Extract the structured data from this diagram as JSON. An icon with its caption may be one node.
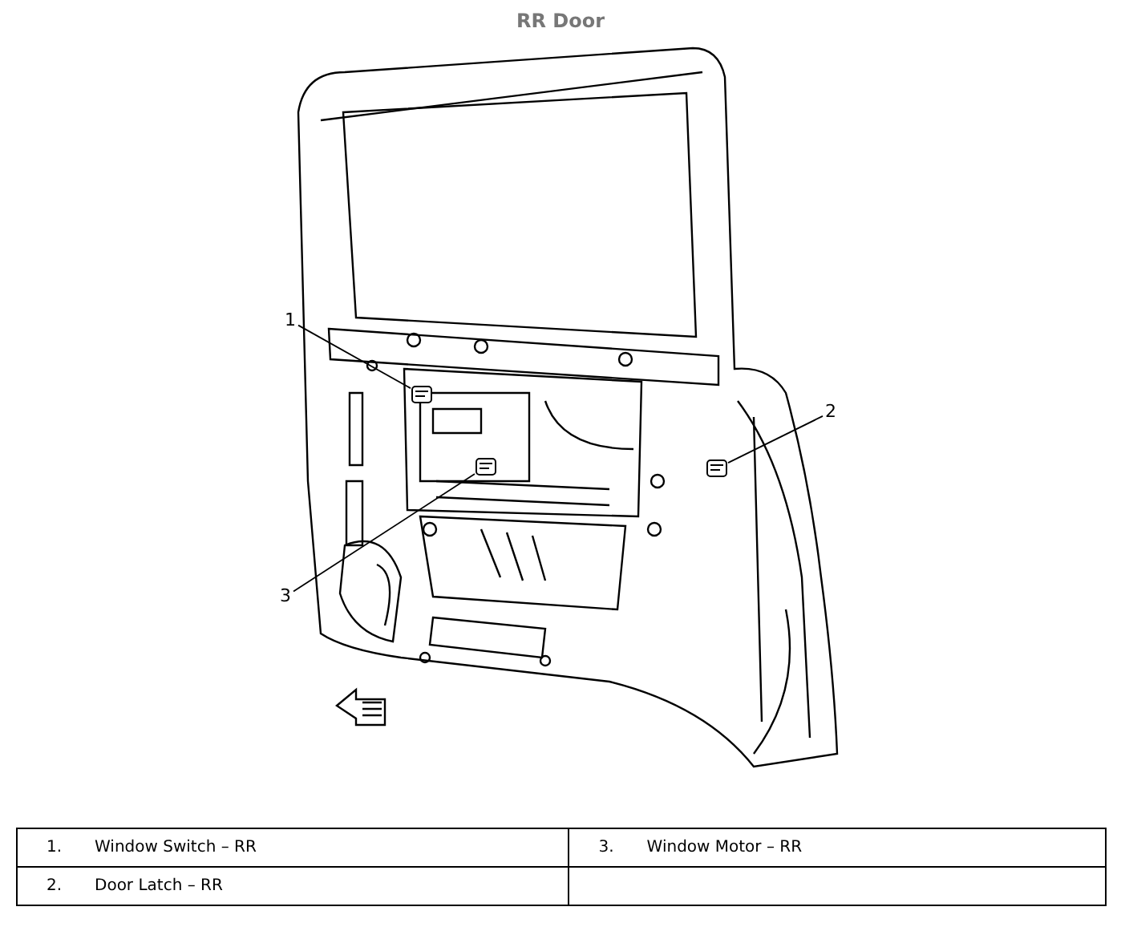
{
  "diagram": {
    "title": "RR Door",
    "nodes": [
      {
        "text": [
          "1"
        ]
      },
      {
        "text": [],
        "shape": "picture"
      },
      {
        "text": [
          "2"
        ]
      },
      {
        "text": [],
        "shape": "picture"
      },
      {
        "text": [
          "3"
        ]
      },
      {
        "text": [],
        "shape": "picture"
      }
    ],
    "edges": [
      {
        "from": 0,
        "to": 1,
        "arrow": "none"
      },
      {
        "from": 2,
        "to": 3,
        "arrow": "none"
      },
      {
        "from": 4,
        "to": 5,
        "arrow": "none"
      }
    ],
    "labels": [
      "1.",
      "Window Switch – RR",
      "3.",
      "Window Motor – RR",
      "2.",
      "Door Latch – RR"
    ]
  }
}
